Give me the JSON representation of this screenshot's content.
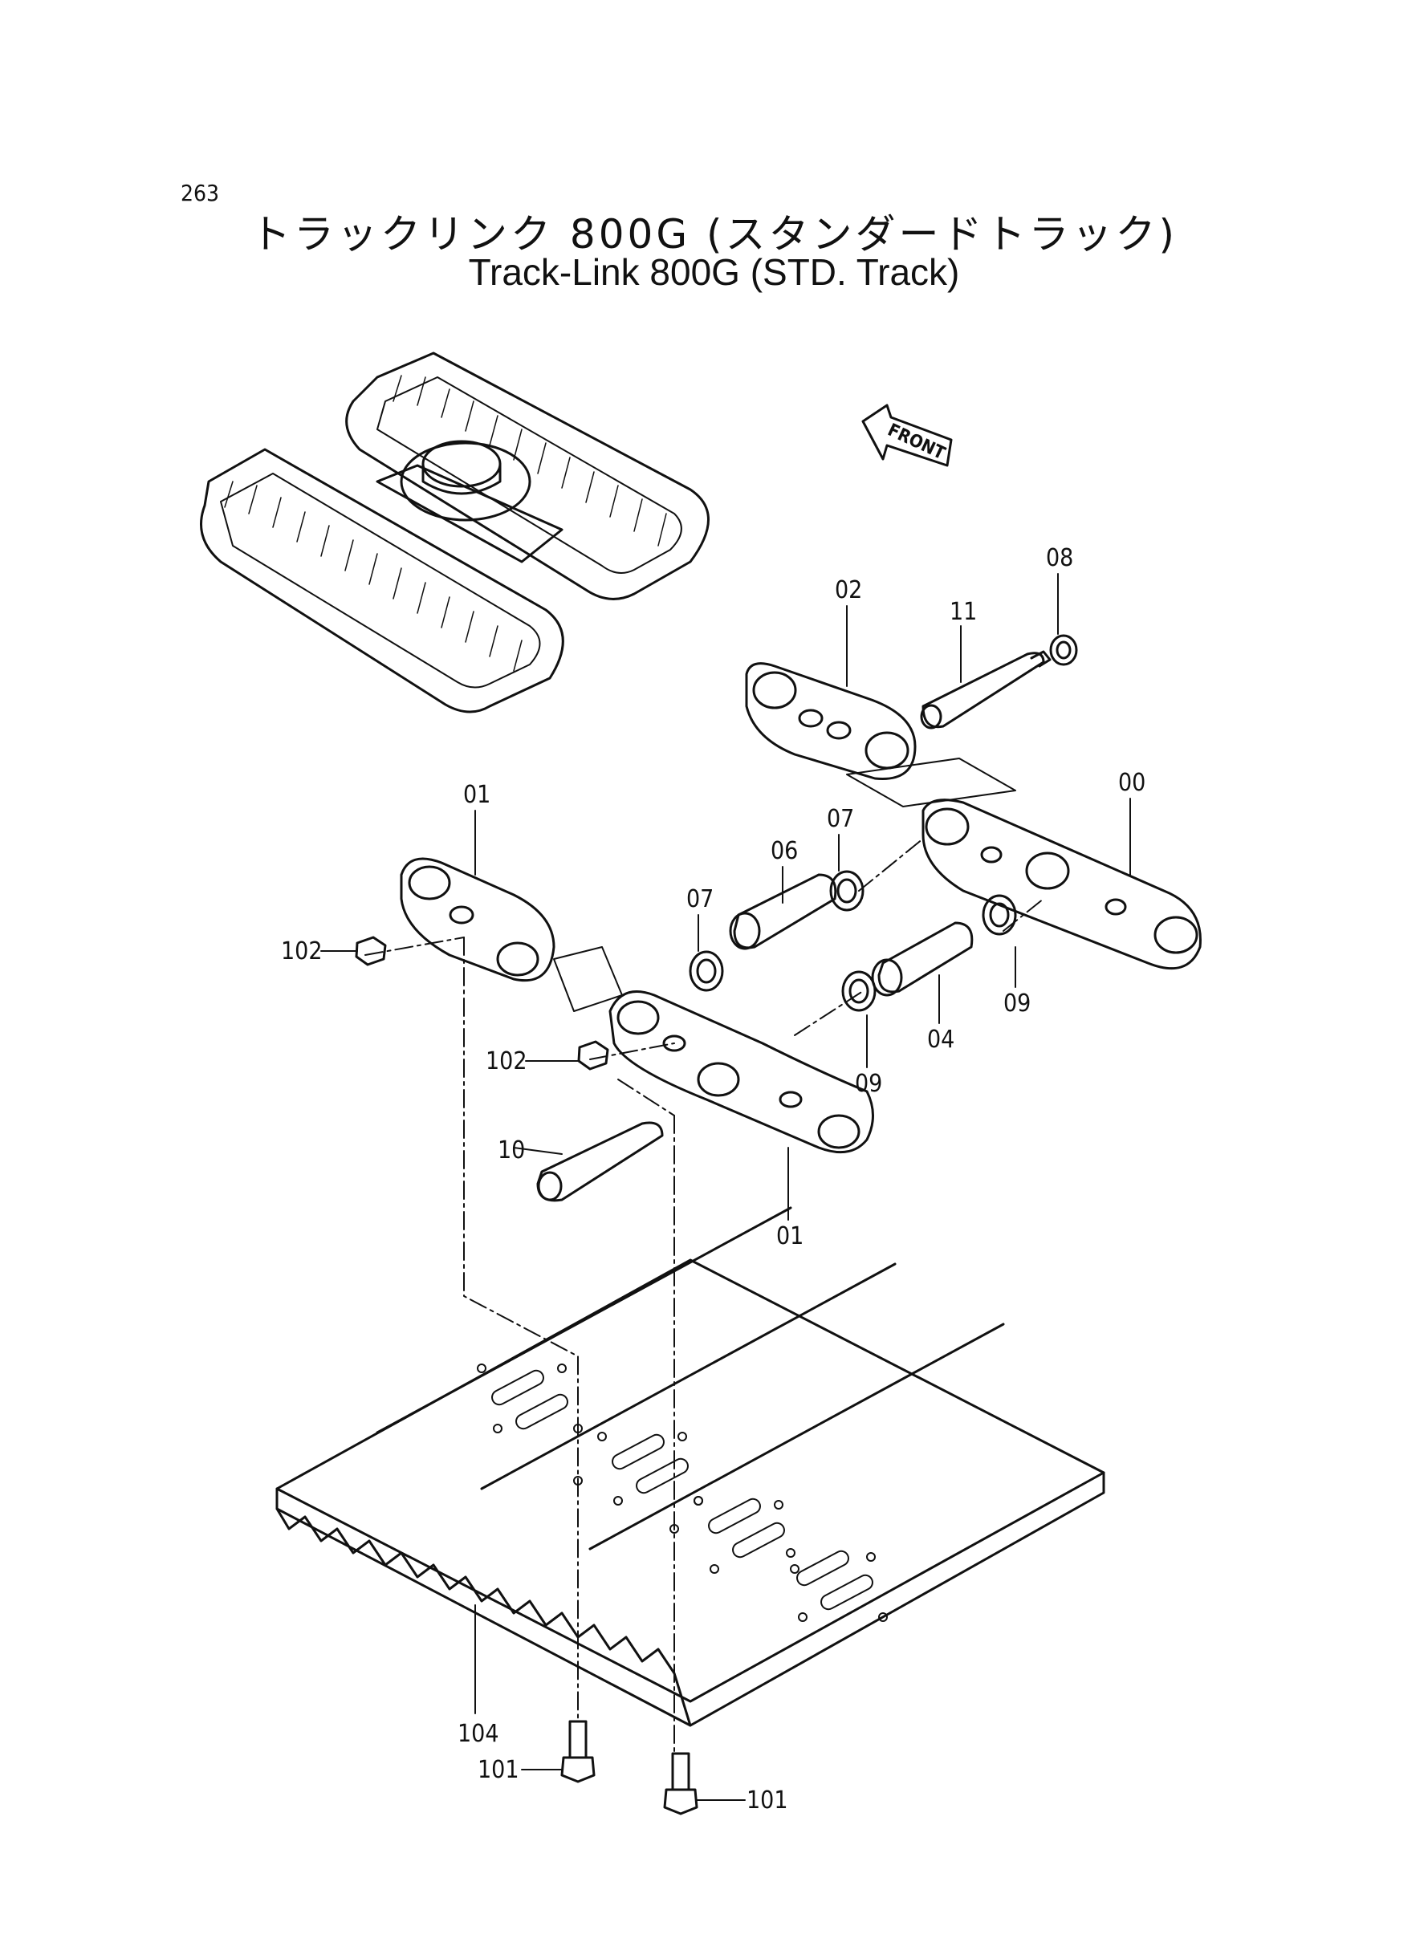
{
  "page_number": "263",
  "title_jp": "トラックリンク 800G (スタンダードトラック)",
  "title_en": "Track-Link 800G (STD. Track)",
  "direction_label": "FRONT",
  "callouts": {
    "c00": "00",
    "c01a": "01",
    "c01b": "01",
    "c02": "02",
    "c04": "04",
    "c06": "06",
    "c07a": "07",
    "c07b": "07",
    "c08": "08",
    "c09a": "09",
    "c09b": "09",
    "c10": "10",
    "c11": "11",
    "c101a": "101",
    "c101b": "101",
    "c102a": "102",
    "c102b": "102",
    "c104": "104"
  }
}
